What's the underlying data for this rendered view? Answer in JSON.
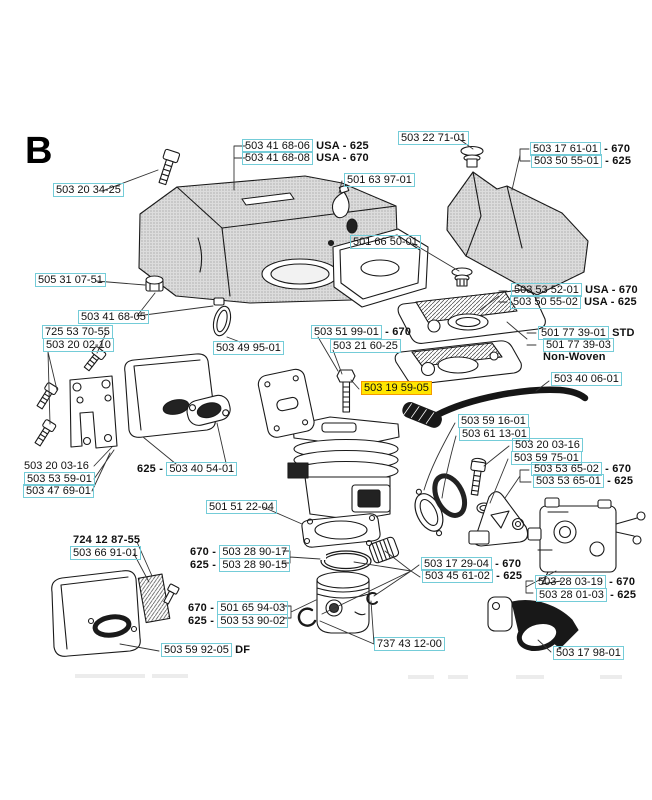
{
  "section_letter": "B",
  "style_info": {
    "part_box_border_color": "#74ccd8",
    "highlight_fill": "#ffe600",
    "highlight_border": "#f59a00",
    "highlighted_part": "503 19 59-05"
  },
  "labels": [
    {
      "num": "503 41 68-06",
      "suf": " USA - 625"
    },
    {
      "num": "503 41 68-08",
      "suf": " USA - 670"
    },
    {
      "num": "503 22 71-01"
    },
    {
      "num": "503 17 61-01",
      "suf": " - 670"
    },
    {
      "num": "503 50 55-01",
      "suf": " - 625"
    },
    {
      "num": "503 20 34-25"
    },
    {
      "num": "501 63 97-01"
    },
    {
      "num": "501 66 50-01"
    },
    {
      "num": "505 31 07-51"
    },
    {
      "num": "503 53 52-01",
      "suf": " USA - 670"
    },
    {
      "num": "503 50 55-02",
      "suf": " USA - 625"
    },
    {
      "num": "503 41 68-05"
    },
    {
      "num": "725 53 70-55"
    },
    {
      "num": "503 20 02-10"
    },
    {
      "num": "503 51 99-01",
      "suf": " - 670"
    },
    {
      "num": "503 21 60-25"
    },
    {
      "num": "503 49 95-01"
    },
    {
      "num": "501 77 39-01",
      "suf": " STD"
    },
    {
      "num": "501 77 39-03"
    },
    {
      "pre": "Non-Woven"
    },
    {
      "num": "503 19 59-05"
    },
    {
      "num": "503 40 06-01"
    },
    {
      "num": "503 59 16-01"
    },
    {
      "num": "503 61 13-01"
    },
    {
      "num": "503 20 03-16"
    },
    {
      "num": "503 59 75-01"
    },
    {
      "num": "503 53 65-02",
      "suf": " - 670"
    },
    {
      "num": "503 53 65-01",
      "suf": " - 625"
    },
    {
      "num": "503 20 03-16"
    },
    {
      "num": "503 53 59-01"
    },
    {
      "num": "503 47 69-01"
    },
    {
      "pre": "625 - ",
      "num": "503 40 54-01"
    },
    {
      "num": "501 51 22-04"
    },
    {
      "pre": "724 12 87-55"
    },
    {
      "num": "503 66 91-01"
    },
    {
      "pre": "670 - ",
      "num": "503 28 90-17"
    },
    {
      "pre": "625 - ",
      "num": "503 28 90-15"
    },
    {
      "num": "503 17 29-04",
      "suf": " - 670"
    },
    {
      "num": "503 45 61-02",
      "suf": " - 625"
    },
    {
      "num": "503 28 03-19",
      "suf": " - 670"
    },
    {
      "num": "503 28 01-03",
      "suf": " - 625"
    },
    {
      "pre": "670 - ",
      "num": "501 65 94-03"
    },
    {
      "pre": "625 - ",
      "num": "503 53 90-02"
    },
    {
      "num": "503 59 92-05",
      "suf": " DF"
    },
    {
      "num": "737 43 12-00"
    },
    {
      "num": "503 17 98-01"
    }
  ]
}
